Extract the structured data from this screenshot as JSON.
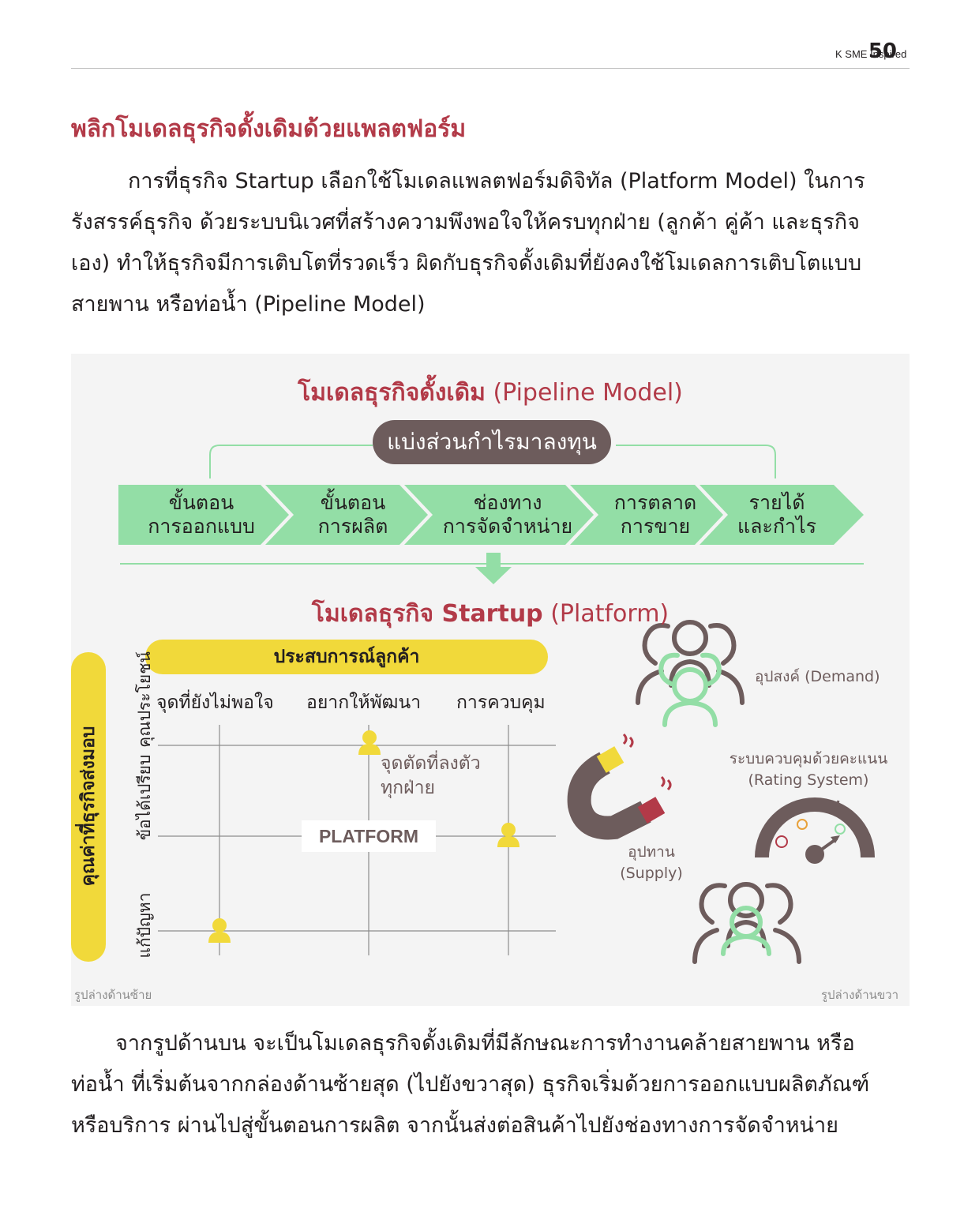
{
  "header": {
    "page_number": "50",
    "publication": "K SME Inspired"
  },
  "section_title": "พลิกโมเดลธุรกิจดั้งเดิมด้วยแพลตฟอร์ม",
  "intro_lines": [
    "การที่ธุรกิจ Startup เลือกใช้โมเดลแพลตฟอร์มดิจิทัล (Platform Model) ในการ",
    "รังสรรค์ธุรกิจ ด้วยระบบนิเวศที่สร้างความพึงพอใจให้ครบทุกฝ่าย (ลูกค้า คู่ค้า และธุรกิจ",
    "เอง) ทำให้ธุรกิจมีการเติบโตที่รวดเร็ว ผิดกับธุรกิจดั้งเดิมที่ยังคงใช้โมเดลการเติบโตแบบ",
    "สายพาน หรือท่อน้ำ (Pipeline Model)"
  ],
  "figure": {
    "pipeline_title_bold": "โมเดลธุรกิจดั้งเดิม",
    "pipeline_title_rest": " (Pipeline Model)",
    "profit_share_label": "แบ่งส่วนกำไรมาลงทุน",
    "steps": [
      {
        "line1": "ขั้นตอน",
        "line2": "การออกแบบ"
      },
      {
        "line1": "ขั้นตอน",
        "line2": "การผลิต"
      },
      {
        "line1": "ช่องทาง",
        "line2": "การจัดจำหน่าย"
      },
      {
        "line1": "การตลาด",
        "line2": "การขาย"
      },
      {
        "line1": "รายได้",
        "line2": "และกำไร"
      }
    ],
    "startup_title_bold": "โมเดลธุรกิจ Startup",
    "startup_title_rest": " (Platform)",
    "customer_experience": "ประสบการณ์ลูกค้า",
    "columns": [
      "จุดที่ยังไม่พอใจ",
      "อยากให้พัฒนา",
      "การควบคุม"
    ],
    "value_label": "คุณค่าที่ธุรกิจส่งมอบ",
    "rows": [
      "คุณประโยชน์",
      "ข้อได้เปรียบ",
      "แก้ปัญหา"
    ],
    "intersection_note_1": "จุดตัดที่ลงตัว",
    "intersection_note_2": "ทุกฝ่าย",
    "platform_label": "PLATFORM",
    "demand_label": "อุปสงค์ (Demand)",
    "rating_label_1": "ระบบควบคุมด้วยคะแนน",
    "rating_label_2": "(Rating System)",
    "supply_label_1": "อุปทาน",
    "supply_label_2": "(Supply)",
    "caption_left": "รูปล่างด้านซ้าย",
    "caption_right": "รูปล่างด้านขวา",
    "colors": {
      "accent_red": "#b23a48",
      "arrow_green": "#93dea6",
      "brown": "#6d5c5c",
      "yellow": "#f1d93a"
    }
  },
  "body_lines": [
    "จากรูปด้านบน จะเป็นโมเดลธุรกิจดั้งเดิมที่มีลักษณะการทำงานคล้ายสายพาน หรือ",
    "ท่อน้ำ ที่เริ่มต้นจากกล่องด้านซ้ายสุด (ไปยังขวาสุด) ธุรกิจเริ่มด้วยการออกแบบผลิตภัณฑ์",
    "หรือบริการ ผ่านไปสู่ขั้นตอนการผลิต จากนั้นส่งต่อสินค้าไปยังช่องทางการจัดจำหน่าย"
  ]
}
